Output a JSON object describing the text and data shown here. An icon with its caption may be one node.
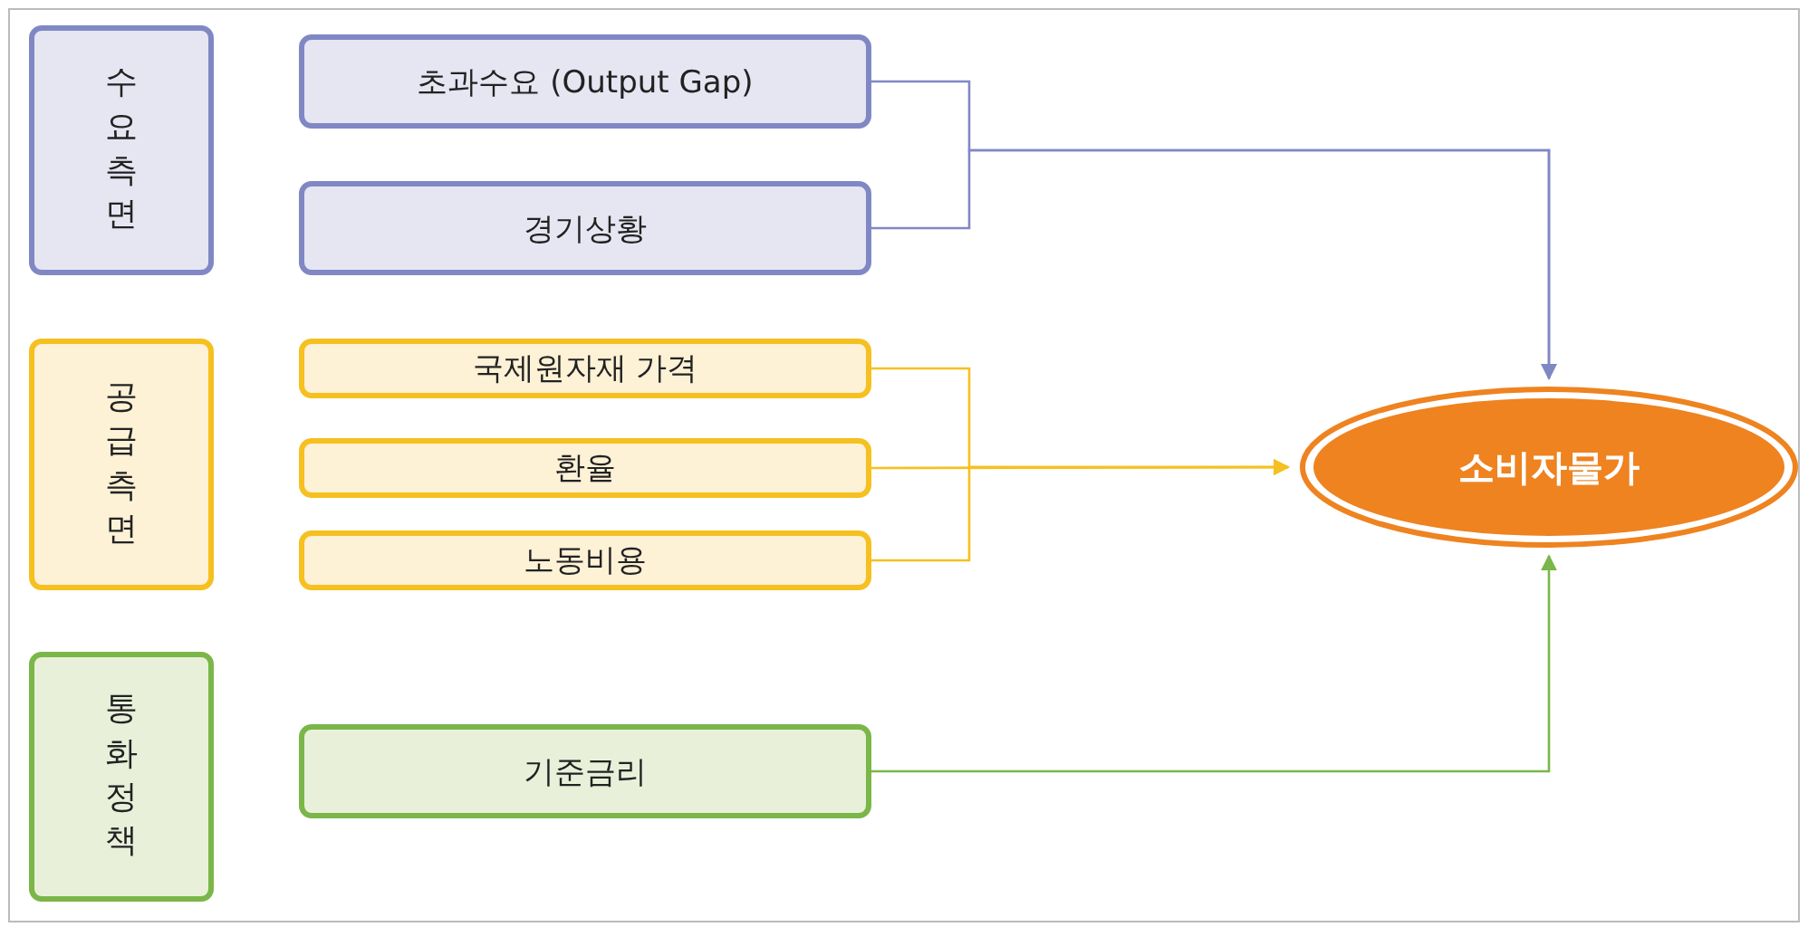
{
  "diagram": {
    "nodes": [
      {
        "text": [
          "수요측면"
        ]
      },
      {
        "text": [
          "초과수요 (Output Gap)"
        ]
      },
      {
        "text": [
          "경기상황"
        ]
      },
      {
        "text": [
          "공급측면"
        ]
      },
      {
        "text": [
          "국제원자재 가격"
        ]
      },
      {
        "text": [
          "환율"
        ]
      },
      {
        "text": [
          "노동비용"
        ]
      },
      {
        "text": [
          "통화정책"
        ]
      },
      {
        "text": [
          "기준금리"
        ]
      },
      {
        "text": [
          "소비자물가"
        ]
      }
    ],
    "edges": [
      {
        "from": 1,
        "to": 9,
        "arrow": "to",
        "color": "#8088c4"
      },
      {
        "from": 2,
        "to": 9,
        "arrow": "to",
        "color": "#8088c4"
      },
      {
        "from": 4,
        "to": 9,
        "arrow": "to",
        "color": "#f5c020"
      },
      {
        "from": 5,
        "to": 9,
        "arrow": "to",
        "color": "#f5c020"
      },
      {
        "from": 6,
        "to": 9,
        "arrow": "to",
        "color": "#f5c020"
      },
      {
        "from": 8,
        "to": 9,
        "arrow": "to",
        "color": "#7ab648"
      }
    ]
  }
}
